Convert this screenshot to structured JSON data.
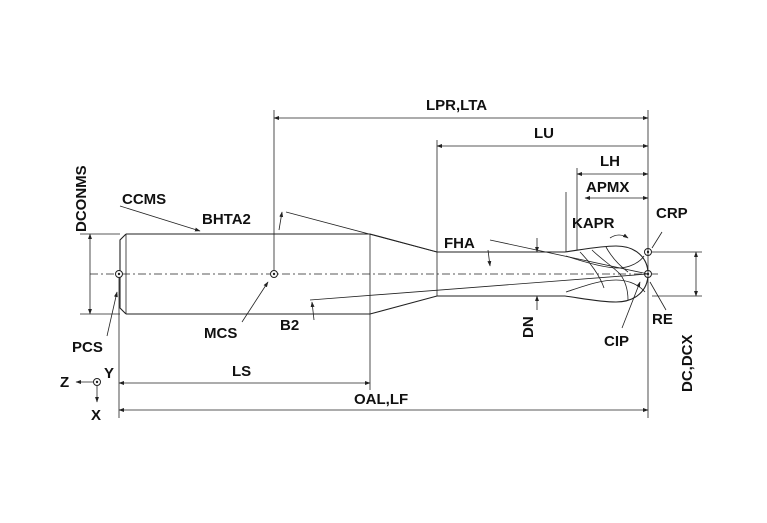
{
  "labels": {
    "lpr_lta": "LPR,LTA",
    "lu": "LU",
    "lh": "LH",
    "apmx": "APMX",
    "crp": "CRP",
    "kapr": "KAPR",
    "dconms": "DCONMS",
    "ccms": "CCMS",
    "bhta2": "BHTA2",
    "fha": "FHA",
    "pcs": "PCS",
    "mcs": "MCS",
    "b2": "B2",
    "dn": "DN",
    "cip": "CIP",
    "re": "RE",
    "ls": "LS",
    "oal_lf": "OAL,LF",
    "dc_dcx": "DC,DCX",
    "axis_z": "Z",
    "axis_y": "Y",
    "axis_x": "X"
  },
  "colors": {
    "stroke": "#222222",
    "text": "#111111",
    "background": "#ffffff"
  }
}
